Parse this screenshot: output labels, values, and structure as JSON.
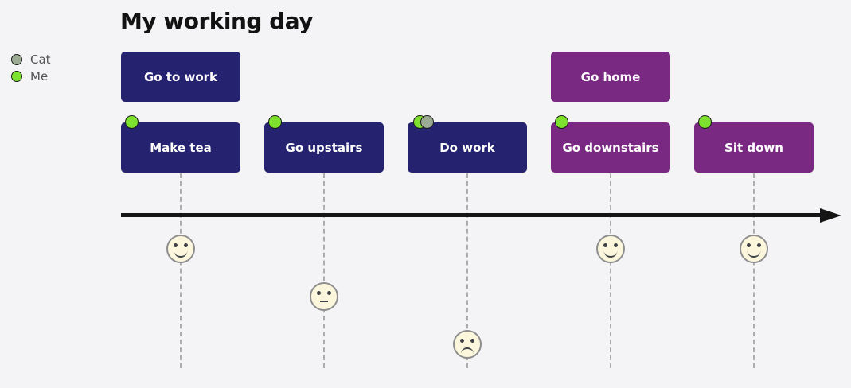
{
  "title": "My working day",
  "legend": {
    "items": [
      {
        "id": "cat",
        "label": "Cat",
        "color": "#9cab93"
      },
      {
        "id": "me",
        "label": "Me",
        "color": "#7ee02f"
      }
    ]
  },
  "events": [
    {
      "id": "go-to-work",
      "label": "Go to work",
      "color": "#252370",
      "row": 1,
      "badges": []
    },
    {
      "id": "go-home",
      "label": "Go home",
      "color": "#7a2982",
      "row": 1,
      "badges": []
    },
    {
      "id": "make-tea",
      "label": "Make tea",
      "color": "#252370",
      "row": 2,
      "badges": [
        "me"
      ]
    },
    {
      "id": "go-upstairs",
      "label": "Go upstairs",
      "color": "#252370",
      "row": 2,
      "badges": [
        "me"
      ]
    },
    {
      "id": "do-work",
      "label": "Do work",
      "color": "#252370",
      "row": 2,
      "badges": [
        "me",
        "cat"
      ]
    },
    {
      "id": "go-downstairs",
      "label": "Go downstairs",
      "color": "#7a2982",
      "row": 2,
      "badges": [
        "me"
      ]
    },
    {
      "id": "sit-down",
      "label": "Sit down",
      "color": "#7a2982",
      "row": 2,
      "badges": [
        "me"
      ]
    }
  ],
  "timeline": {
    "icon": "arrow-right-icon",
    "direction": "left-to-right"
  },
  "faces": [
    {
      "id": "make-tea",
      "mood": "happy"
    },
    {
      "id": "go-upstairs",
      "mood": "neutral"
    },
    {
      "id": "do-work",
      "mood": "sad"
    },
    {
      "id": "go-downstairs",
      "mood": "happy"
    },
    {
      "id": "sit-down",
      "mood": "happy"
    }
  ],
  "colors": {
    "background": "#f4f4f6",
    "navy": "#252370",
    "purple": "#7a2982",
    "me_green": "#7ee02f",
    "cat_gray": "#9cab93",
    "badge_border": "#1c1c1c",
    "arrow_black": "#151515",
    "dash_gray": "#adadad",
    "face_fill": "#fbf6dc",
    "face_border": "#8e8e8e",
    "face_feature": "#3e4247",
    "legend_text": "#565656",
    "title_text": "#121212"
  }
}
